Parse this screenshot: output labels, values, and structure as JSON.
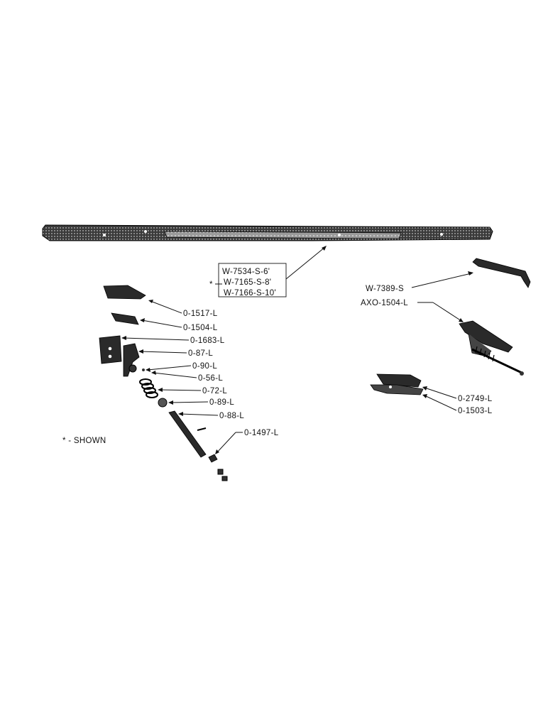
{
  "callouts": {
    "cutter_bar": [
      "W-7534-S-6'",
      "W-7165-S-8'",
      "W-7166-S-10'"
    ],
    "shown_marker": "*",
    "left_parts": [
      "0-1517-L",
      "0-1504-L",
      "0-1683-L",
      "0-87-L",
      "0-90-L",
      "0-56-L",
      "0-72-L",
      "0-89-L",
      "0-88-L",
      "0-1497-L"
    ],
    "right_parts": [
      "W-7389-S",
      "AXO-1504-L",
      "0-2749-L",
      "0-1503-L"
    ]
  },
  "legend": {
    "text": "* - SHOWN"
  }
}
